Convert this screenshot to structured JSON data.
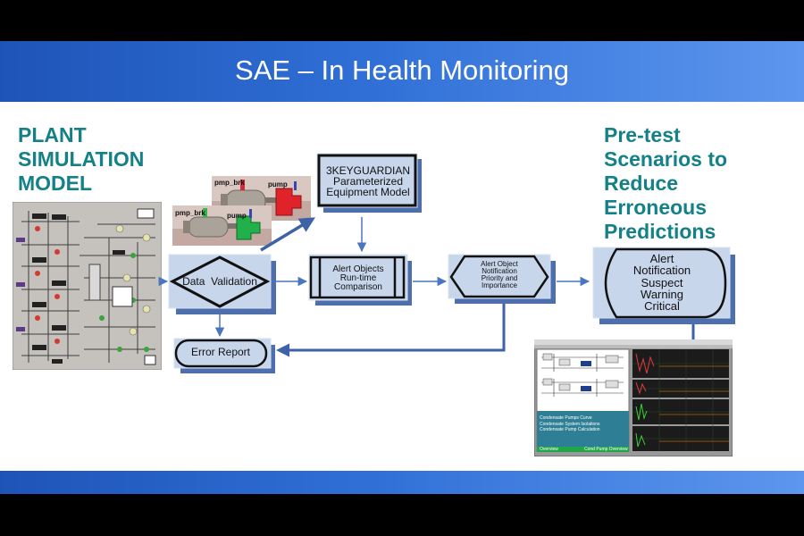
{
  "title": "SAE – In Health Monitoring",
  "left_heading": [
    "PLANT",
    "SIMULATION",
    "MODEL"
  ],
  "right_heading": [
    "Pre-test",
    "Scenarios to",
    "Reduce",
    "Erroneous",
    "Predictions"
  ],
  "equipment_labels": {
    "top_brk": "pmp_brk",
    "top_pump": "pump",
    "bottom_brk": "pmp_brk",
    "bottom_pump": "pump"
  },
  "boxes": {
    "guardian": [
      "3KEYGUARDIAN",
      "Parameterized",
      "Equipment Model"
    ],
    "data_validation": "Data  Validation",
    "comparison": [
      "Alert Objects",
      "Run-time",
      "Comparison"
    ],
    "notification": [
      "Alert Object",
      "Notification",
      "Priority and",
      "Importance"
    ],
    "error_report": "Error Report",
    "alert_levels": [
      "Alert",
      "Notification",
      "Suspect",
      "Warning",
      "Critical"
    ]
  },
  "monitor_screen": {
    "legend": [
      "Condensate Pumps  Curve",
      "Condensate System Isolations",
      "Condensate Pump Calculation"
    ],
    "tabs": [
      "Overview",
      "Cond Pump Overview"
    ]
  },
  "colors": {
    "title_bar": "#2f6fd6",
    "heading_teal": "#138187",
    "box_fill": "#c8d6ec",
    "box_shadow": "#4d6fae",
    "arrow": "#4a76bf"
  }
}
